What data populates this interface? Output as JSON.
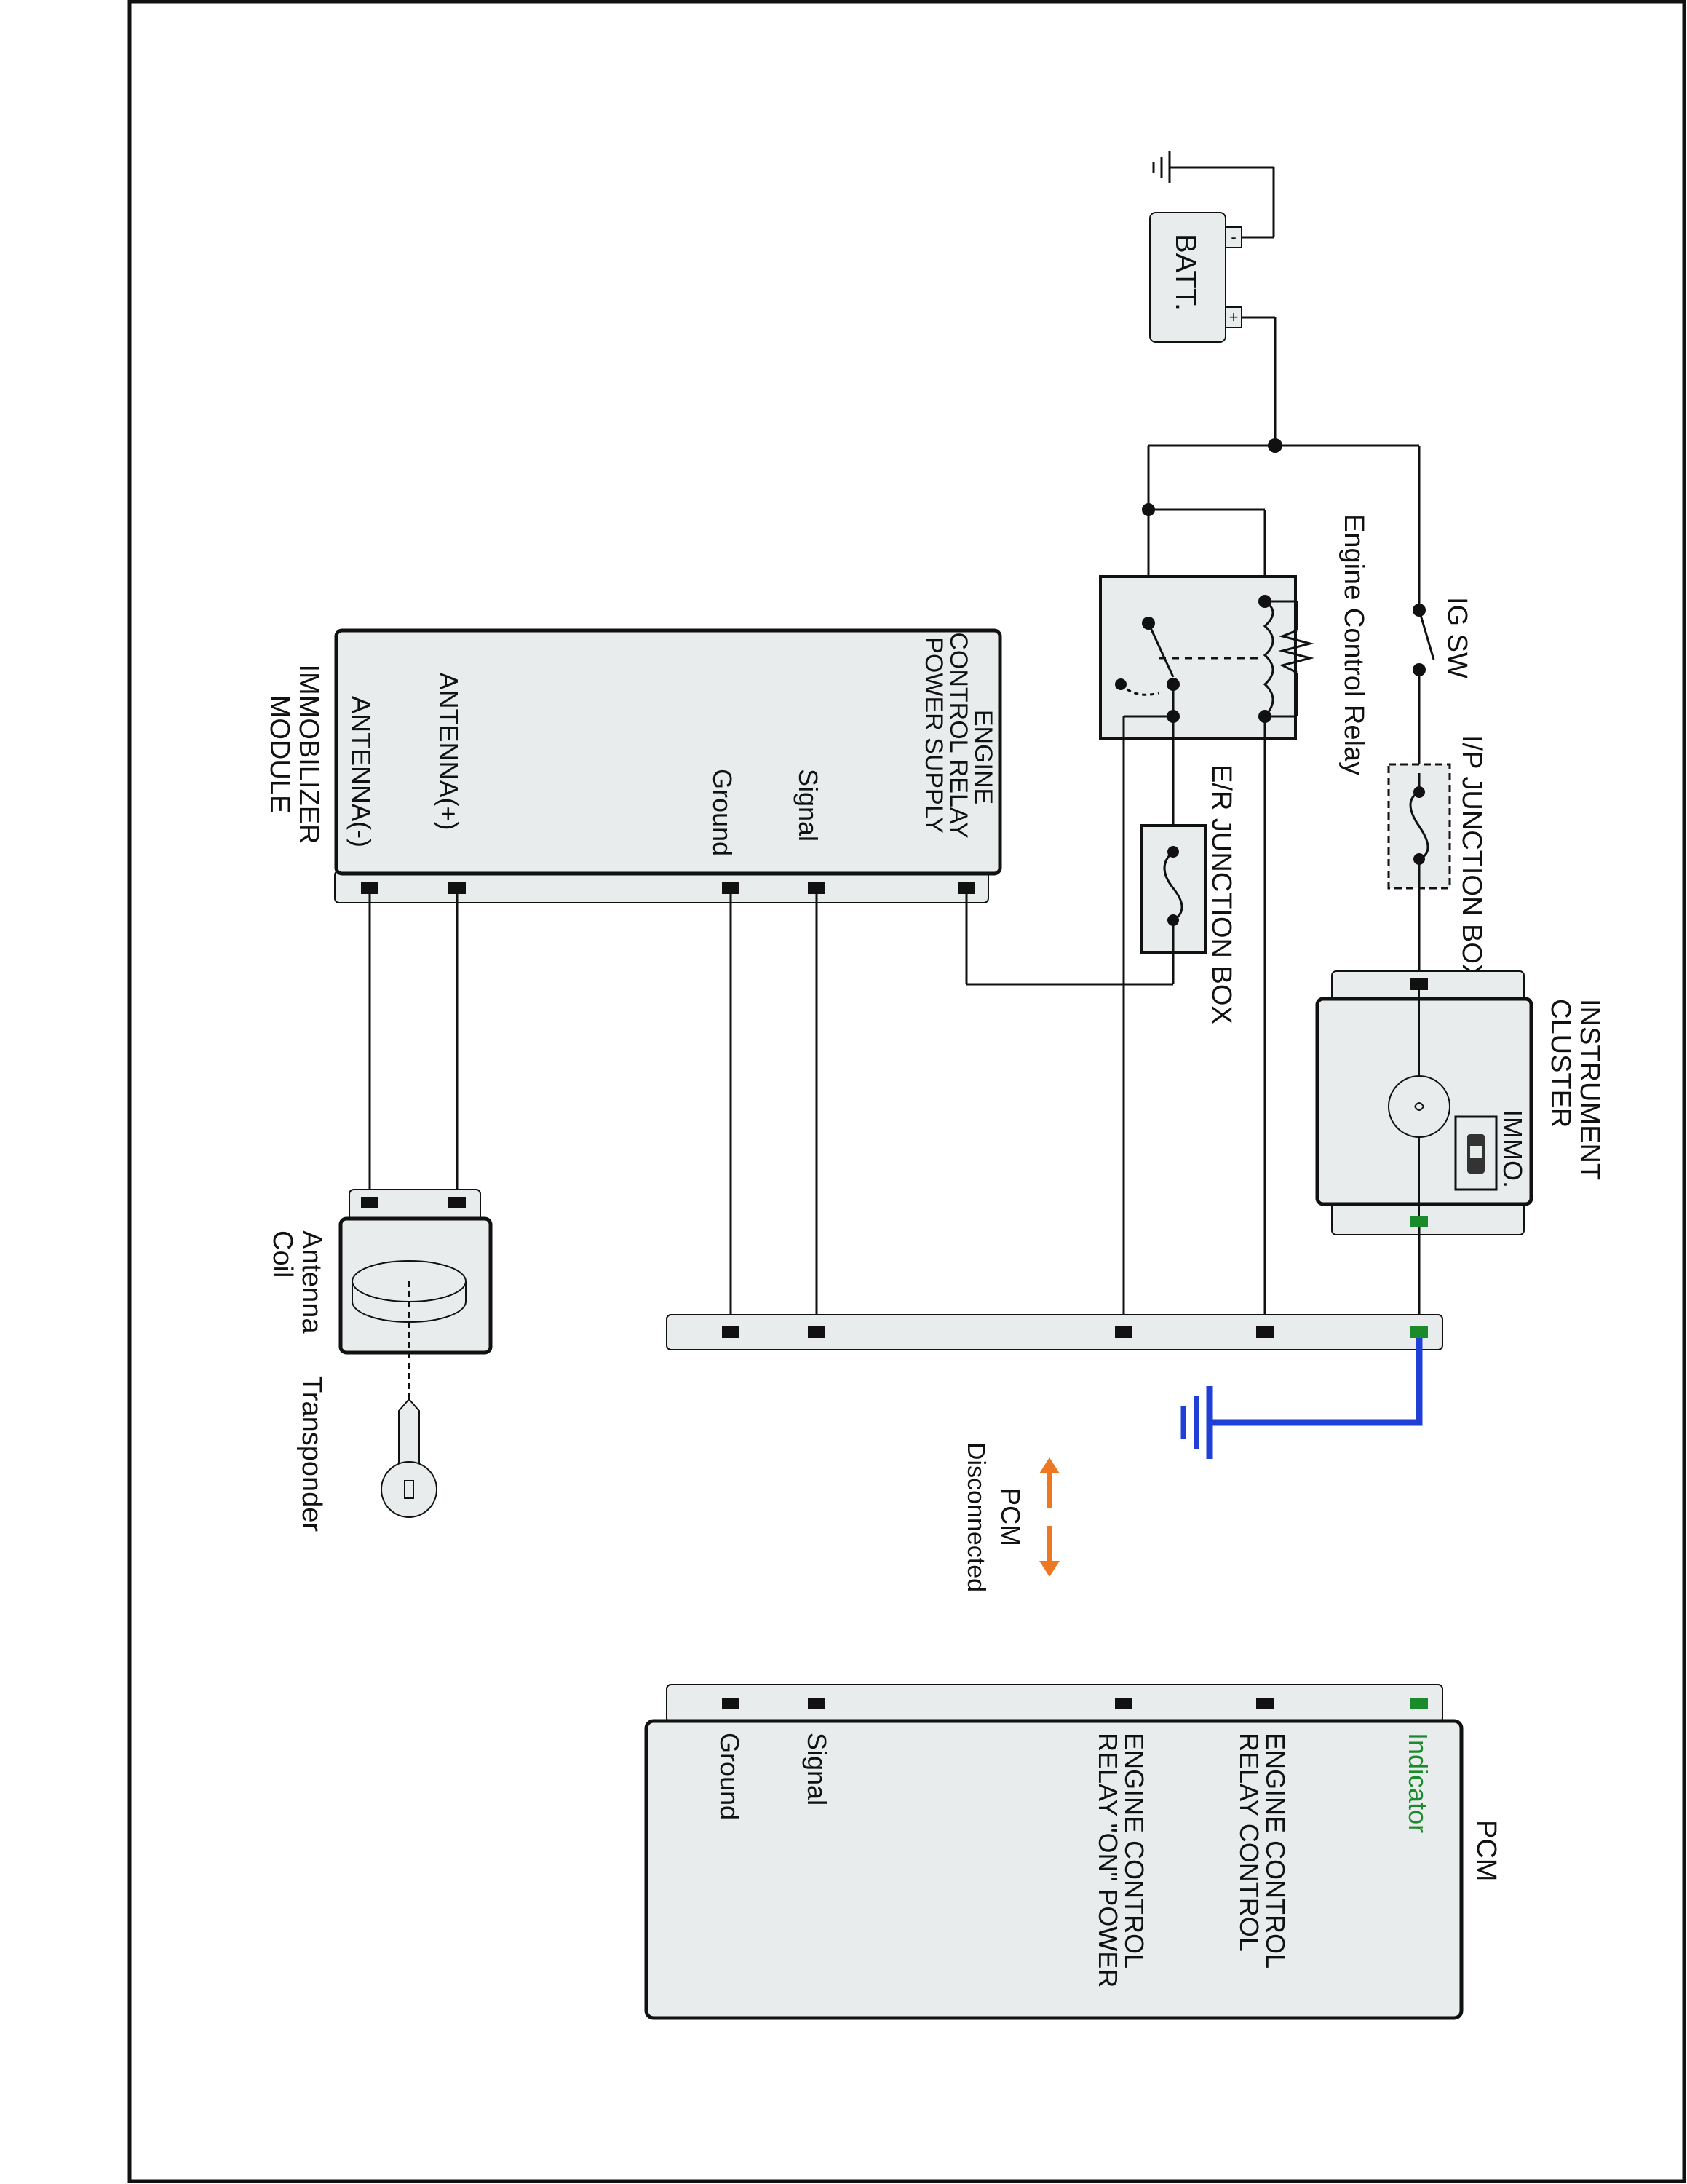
{
  "diagram": {
    "battery": {
      "label": "BATT.",
      "plus": "+",
      "minus": "-"
    },
    "ig_switch": {
      "label": "IG SW"
    },
    "ip_junction_box": {
      "label": "I/P JUNCTION BOX"
    },
    "engine_control_relay": {
      "label": "Engine Control Relay"
    },
    "er_junction_box": {
      "label": "E/R JUNCTION BOX"
    },
    "instrument_cluster": {
      "label_line1": "INSTRUMENT",
      "label_line2": "CLUSTER",
      "immo_label": "IMMO."
    },
    "immobilizer_module": {
      "label_line1": "IMMOBILIZER",
      "label_line2": "MODULE",
      "pins": {
        "ecr_power_line1": "ENGINE",
        "ecr_power_line2": "CONTROL RELAY",
        "ecr_power_line3": "POWER SUPPLY",
        "signal": "Signal",
        "ground": "Ground",
        "antenna_plus": "ANTENNA(+)",
        "antenna_minus": "ANTENNA(-)"
      }
    },
    "antenna_coil": {
      "label_line1": "Antenna",
      "label_line2": "Coil"
    },
    "transponder": {
      "label": "Transponder"
    },
    "pcm_disconnected": {
      "label_line1": "PCM",
      "label_line2": "Disconnected"
    },
    "pcm": {
      "label": "PCM",
      "pins": {
        "indicator": "Indicator",
        "ecr_control_line1": "ENGINE CONTROL",
        "ecr_control_line2": "RELAY CONTROL",
        "ecr_on_power_line1": "ENGINE CONTROL",
        "ecr_on_power_line2": "RELAY \"ON\" POWER",
        "signal": "Signal",
        "ground": "Ground"
      }
    },
    "colors": {
      "wire": "#111111",
      "component_fill": "#e8ecec",
      "indicator_green": "#1a8a2a",
      "ground_blue": "#1f3fd6",
      "arrow_orange": "#ee7722"
    }
  }
}
